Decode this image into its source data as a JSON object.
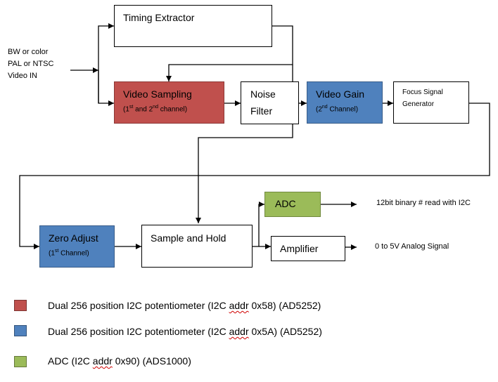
{
  "input_label": {
    "line1": "BW or color",
    "line2": "PAL or NTSC",
    "line3": "Video IN"
  },
  "blocks": {
    "timing_extractor": {
      "title": "Timing Extractor"
    },
    "video_sampling": {
      "title": "Video Sampling",
      "sub_pre": "(1",
      "sup1": "st",
      "sub_mid": " and 2",
      "sup2": "nd",
      "sub_post": " channel)"
    },
    "noise_filter": {
      "line1": "Noise",
      "line2": "Filter"
    },
    "video_gain": {
      "title": "Video Gain",
      "sub_pre": "(2",
      "sup": "nd",
      "sub_post": " Channel)"
    },
    "focus_signal": {
      "line1": "Focus Signal",
      "line2": "Generator"
    },
    "zero_adjust": {
      "title": "Zero Adjust",
      "sub_pre": "(1",
      "sup": "st",
      "sub_post": " Channel)"
    },
    "sample_hold": {
      "title": "Sample and Hold"
    },
    "adc": {
      "title": "ADC"
    },
    "amplifier": {
      "title": "Amplifier"
    }
  },
  "outputs": {
    "digital": "12bit binary  # read with I2C",
    "analog": "0 to 5V Analog  Signal"
  },
  "legend": [
    {
      "color": "#c0504d",
      "pre": "Dual 256 position I2C potentiometer (I2C ",
      "mark": "addr",
      "post": " 0x58) (AD5252)"
    },
    {
      "color": "#4f81bd",
      "pre": "Dual 256 position I2C potentiometer (I2C ",
      "mark": "addr",
      "post": " 0x5A) (AD5252)"
    },
    {
      "color": "#9bbb59",
      "pre": "ADC (I2C ",
      "mark": "addr",
      "post": " 0x90) (ADS1000)"
    }
  ]
}
